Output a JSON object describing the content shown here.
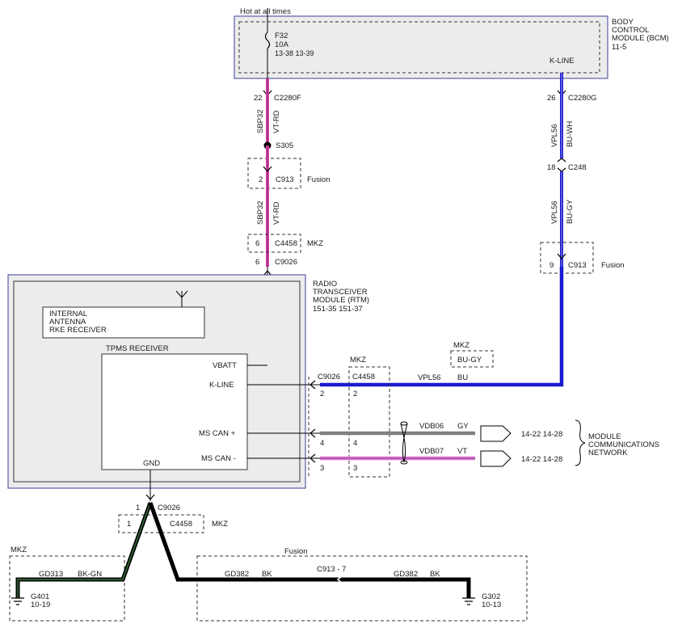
{
  "power": {
    "hot_label": "Hot at all times",
    "fuse_id": "F32",
    "fuse_rating": "10A",
    "fuse_refs": "13-38  13-39"
  },
  "bcm": {
    "title_line1": "BODY",
    "title_line2": "CONTROL",
    "title_line3": "MODULE (BCM)",
    "ref": "11-5",
    "kline": "K-LINE"
  },
  "left_branch": {
    "pin_top": "22",
    "conn_top": "C2280F",
    "circuit1": "SBP32",
    "color1": "VT-RD",
    "splice": "S305",
    "c913_pin": "2",
    "c913": "C913",
    "c913_variant": "Fusion",
    "circuit2": "SBP32",
    "color2": "VT-RD",
    "c4458_pin": "6",
    "c4458": "C4458",
    "c4458_variant": "MKZ",
    "c9026_pin": "6",
    "c9026": "C9026"
  },
  "right_branch": {
    "pin_top": "26",
    "conn_top": "C2280G",
    "circuit1": "VPL56",
    "color1": "BU-WH",
    "c248_pin": "18",
    "c248": "C248",
    "circuit2": "VPL56",
    "color2": "BU-GY",
    "c913_pin": "9",
    "c913": "C913",
    "c913_variant": "Fusion"
  },
  "rtm": {
    "title_line1": "RADIO",
    "title_line2": "TRANSCEIVER",
    "title_line3": "MODULE (RTM)",
    "refs": "151-35  151-37",
    "antenna_line1": "INTERNAL",
    "antenna_line2": "ANTENNA",
    "antenna_line3": "RKE RECEIVER",
    "tpms": "TPMS RECEIVER",
    "vbatt": "VBATT",
    "kline": "K-LINE",
    "mscan_plus": "MS CAN +",
    "mscan_minus": "MS CAN -",
    "gnd": "GND"
  },
  "mkz_box": {
    "title": "MKZ",
    "c9026": "C9026",
    "c4458": "C4458",
    "kline_pin_a": "2",
    "kline_pin_b": "2",
    "can_plus_pin_a": "4",
    "can_plus_pin_b": "4",
    "can_minus_pin_a": "3",
    "can_minus_pin_b": "3"
  },
  "kline_wire": {
    "variant": "MKZ",
    "alt_color": "BU-GY",
    "circuit": "VPL56",
    "color": "BU"
  },
  "can_wires": {
    "plus_circuit": "VDB06",
    "plus_color": "GY",
    "plus_refs": "14-22  14-28",
    "minus_circuit": "VDB07",
    "minus_color": "VT",
    "minus_refs": "14-22  14-28",
    "network_line1": "MODULE",
    "network_line2": "COMMUNICATIONS",
    "network_line3": "NETWORK"
  },
  "ground": {
    "c9026_pin": "1",
    "c9026": "C9026",
    "c4458_pin": "1",
    "c4458": "C4458",
    "c4458_variant": "MKZ",
    "mkz_title": "MKZ",
    "mkz_circuit": "GD313",
    "mkz_color": "BK-GN",
    "mkz_ground": "G401",
    "mkz_ground_ref": "10-19",
    "fusion_title": "Fusion",
    "fusion_circuit_a": "GD382",
    "fusion_color_a": "BK",
    "fusion_conn": "C913 - 7",
    "fusion_circuit_b": "GD382",
    "fusion_color_b": "BK",
    "fusion_ground": "G302",
    "fusion_ground_ref": "10-13"
  },
  "colors": {
    "module_fill": "#ececec",
    "module_border": "#5a5fa8",
    "wire_pink": "#e040b0",
    "wire_blue": "#1a1ad0",
    "wire_violet": "#e070d8",
    "wire_gray": "#808080",
    "wire_black": "#000000",
    "wire_green": "#3a7a3a"
  }
}
